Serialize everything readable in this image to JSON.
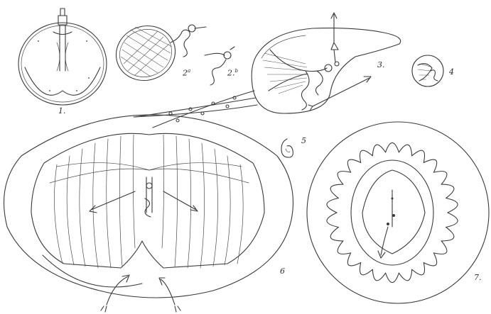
{
  "figures": [
    {
      "id": "1",
      "label": "1."
    },
    {
      "id": "2a",
      "label": "2",
      "sup": "a"
    },
    {
      "id": "2b",
      "label": "2.",
      "sup": "b"
    },
    {
      "id": "3",
      "label": "3."
    },
    {
      "id": "4",
      "label": "4"
    },
    {
      "id": "5",
      "label": "5"
    },
    {
      "id": "6",
      "label": "6"
    },
    {
      "id": "7",
      "label": "7."
    }
  ]
}
